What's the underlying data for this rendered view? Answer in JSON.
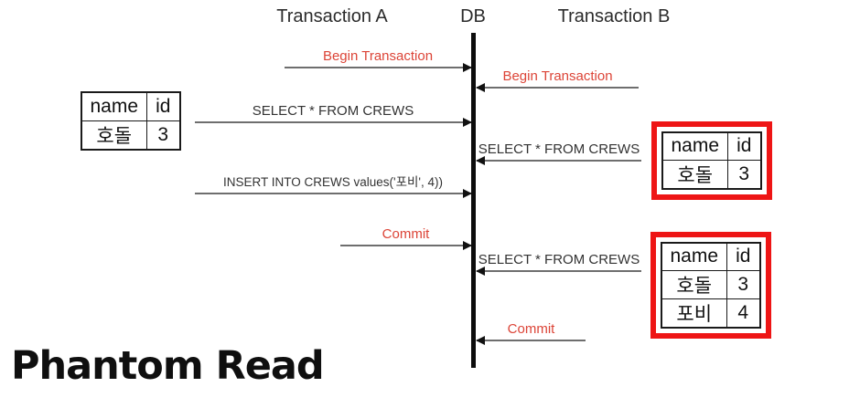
{
  "page_title": "Phantom Read",
  "lanes": {
    "a": "Transaction A",
    "db": "DB",
    "b": "Transaction B"
  },
  "arrows": [
    {
      "label": "Begin Transaction",
      "from": "Transaction A",
      "to": "DB",
      "style": "red"
    },
    {
      "label": "Begin Transaction",
      "from": "Transaction B",
      "to": "DB",
      "style": "red"
    },
    {
      "label": "SELECT * FROM CREWS",
      "from": "Transaction A",
      "to": "DB",
      "style": "black"
    },
    {
      "label": "SELECT * FROM CREWS",
      "from": "Transaction B",
      "to": "DB",
      "style": "black"
    },
    {
      "label": "INSERT INTO CREWS values('포비', 4))",
      "from": "Transaction A",
      "to": "DB",
      "style": "black"
    },
    {
      "label": "Commit",
      "from": "Transaction A",
      "to": "DB",
      "style": "red"
    },
    {
      "label": "SELECT * FROM CREWS",
      "from": "Transaction B",
      "to": "DB",
      "style": "black"
    },
    {
      "label": "Commit",
      "from": "Transaction B",
      "to": "DB",
      "style": "red"
    }
  ],
  "tables": {
    "initial": {
      "headers": [
        "name",
        "id"
      ],
      "rows": [
        [
          "호돌",
          "3"
        ]
      ],
      "highlighted": false
    },
    "read_first": {
      "headers": [
        "name",
        "id"
      ],
      "rows": [
        [
          "호돌",
          "3"
        ]
      ],
      "highlighted": true
    },
    "read_second": {
      "headers": [
        "name",
        "id"
      ],
      "rows": [
        [
          "호돌",
          "3"
        ],
        [
          "포비",
          "4"
        ]
      ],
      "highlighted": true
    }
  },
  "colors": {
    "red_text": "#dc4437",
    "red_box": "#ee1515",
    "lifeline": "#0d0d0d"
  }
}
